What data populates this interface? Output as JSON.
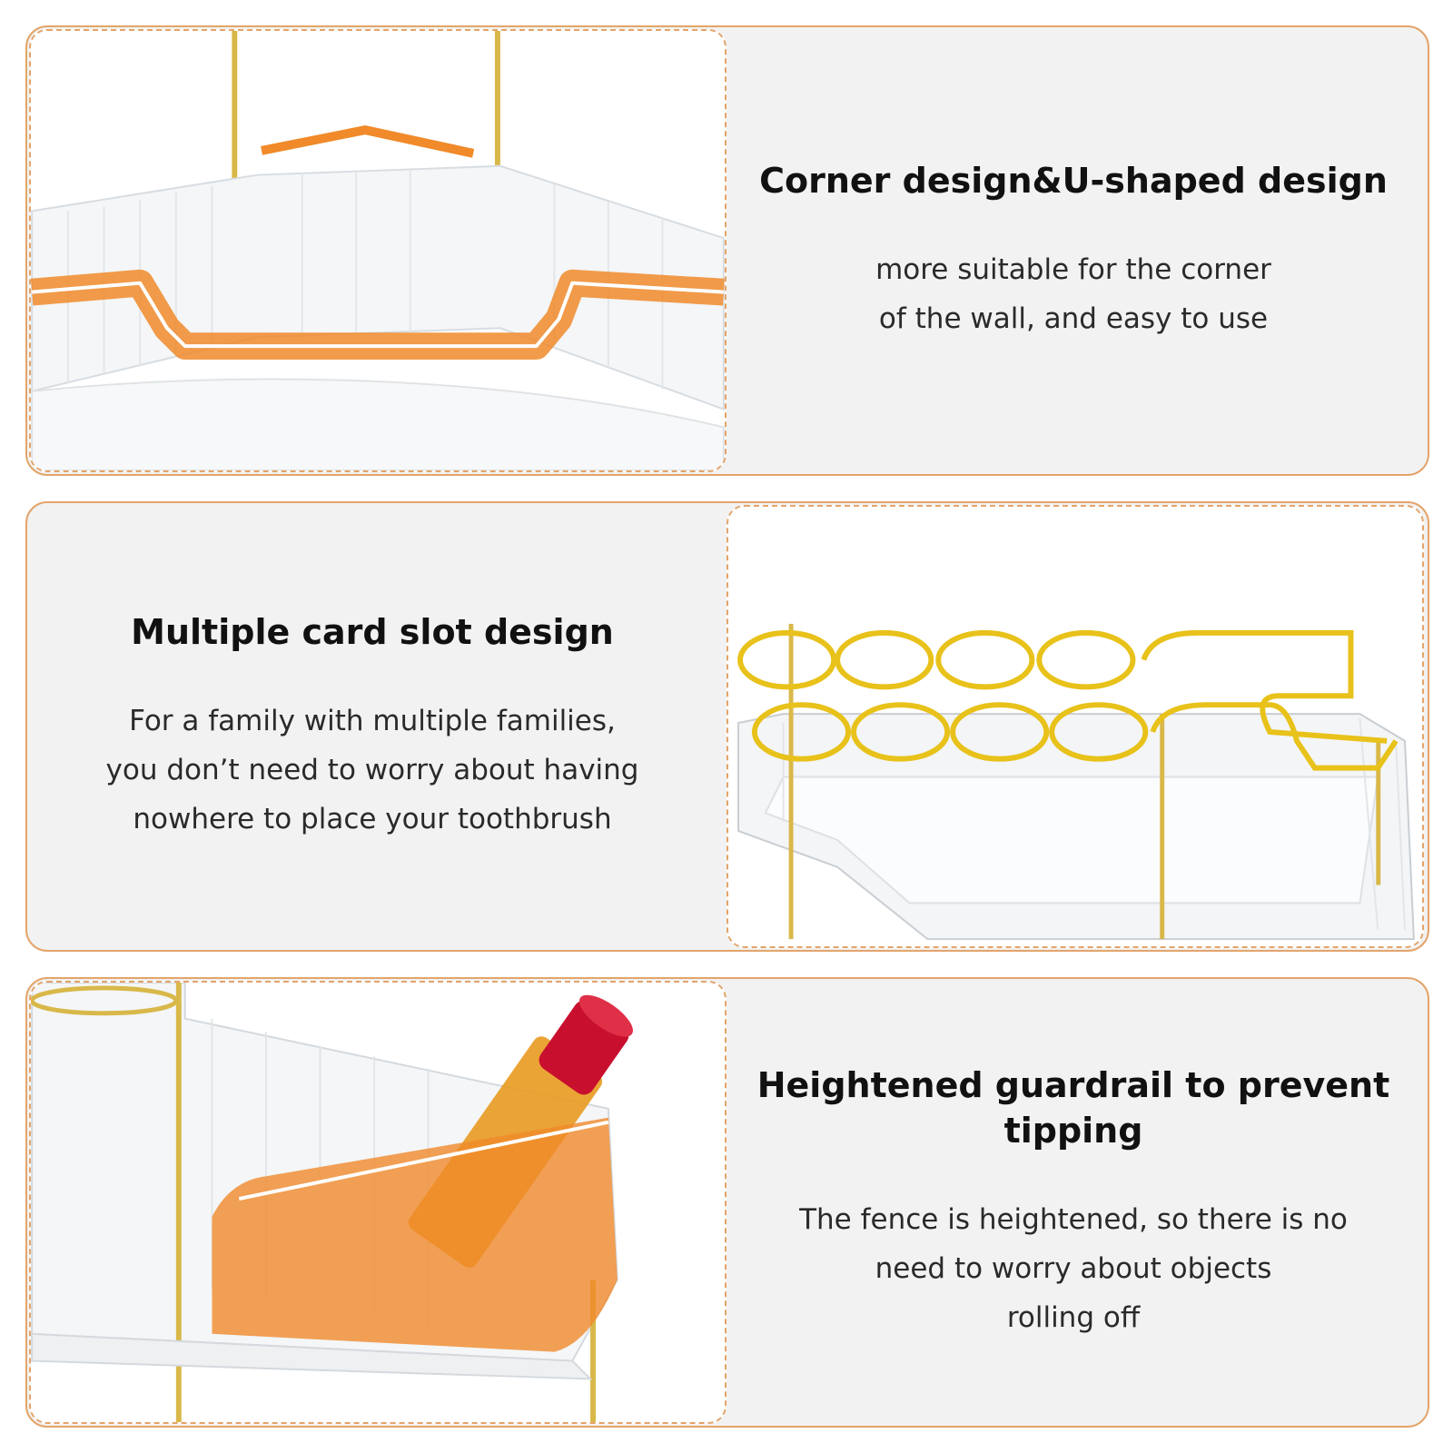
{
  "features": [
    {
      "heading": "Corner design&U-shaped design",
      "lines": [
        "more suitable for the corner",
        "of the wall, and easy to use"
      ]
    },
    {
      "heading": "Multiple card slot design",
      "lines": [
        "For a family with multiple families,",
        "you don’t need to worry about having",
        "nowhere to place your toothbrush"
      ]
    },
    {
      "heading": "Heightened guardrail to prevent tipping",
      "lines": [
        "The fence is heightened, so there is no",
        "need to worry about objects",
        "rolling off"
      ]
    }
  ],
  "colors": {
    "border": "#e3a46a",
    "panel_bg": "#f2f2f2",
    "highlight": "#f08a2a",
    "gold": "#d9b84a",
    "yellow_ring": "#e8c21a",
    "lipstick": "#c8102e"
  },
  "icons": {
    "photo1": "corner-tray-photo",
    "photo2": "toothbrush-holder-photo",
    "photo3": "guardrail-lipstick-photo"
  }
}
